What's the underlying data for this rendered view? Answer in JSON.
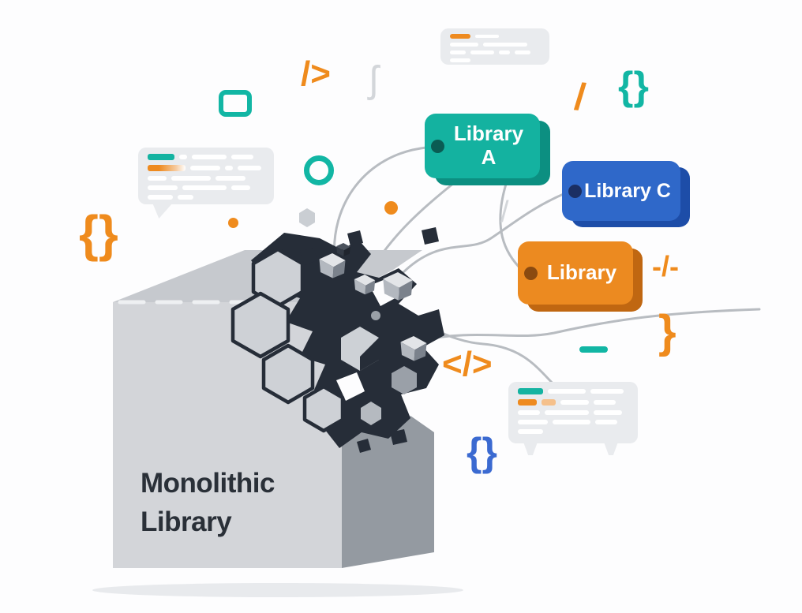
{
  "illustration": {
    "monolith_label": "Monolithic Library",
    "tags": [
      {
        "label": "Library A",
        "color": "#14b2a0"
      },
      {
        "label": "Library C",
        "color": "#2f68c9"
      },
      {
        "label": "Library",
        "color": "#ec8a20"
      }
    ],
    "glyphs": {
      "slash_gt": "/>",
      "integral": "ʃ",
      "slash": "/",
      "braces": "{}",
      "dash_slash_dash": "-/-",
      "closing_brace": "}",
      "code_tag": "</>"
    },
    "palette": {
      "teal": "#12b6a4",
      "orange": "#ef8b1d",
      "blue": "#3b6ad1",
      "cube_front": "#d3d5d9",
      "cube_top": "#c6c9ce",
      "cube_side": "#949aa1",
      "shard_dark": "#262d38",
      "connector_gray": "#b8bcc1",
      "card_gray": "#e9ebee"
    }
  }
}
